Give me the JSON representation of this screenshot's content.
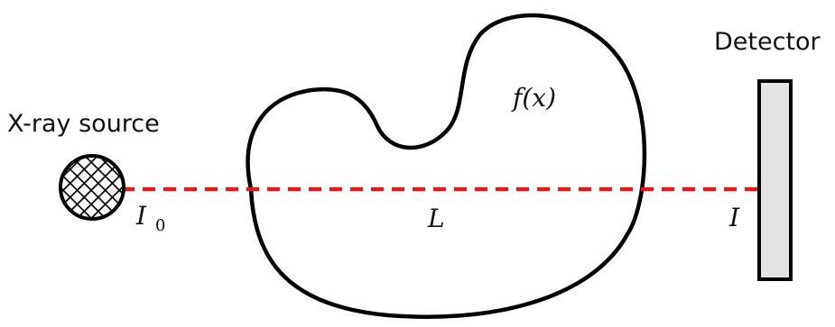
{
  "labels": {
    "source": "X-ray source",
    "detector": "Detector",
    "function": "f(x)",
    "path_length": "L",
    "initial_intensity": "I",
    "initial_intensity_subscript": "0",
    "final_intensity": "I"
  },
  "colors": {
    "beam": "#e11b1b",
    "outline": "#000000",
    "detector_fill": "#e3e3e3",
    "source_fill": "#ffffff"
  }
}
